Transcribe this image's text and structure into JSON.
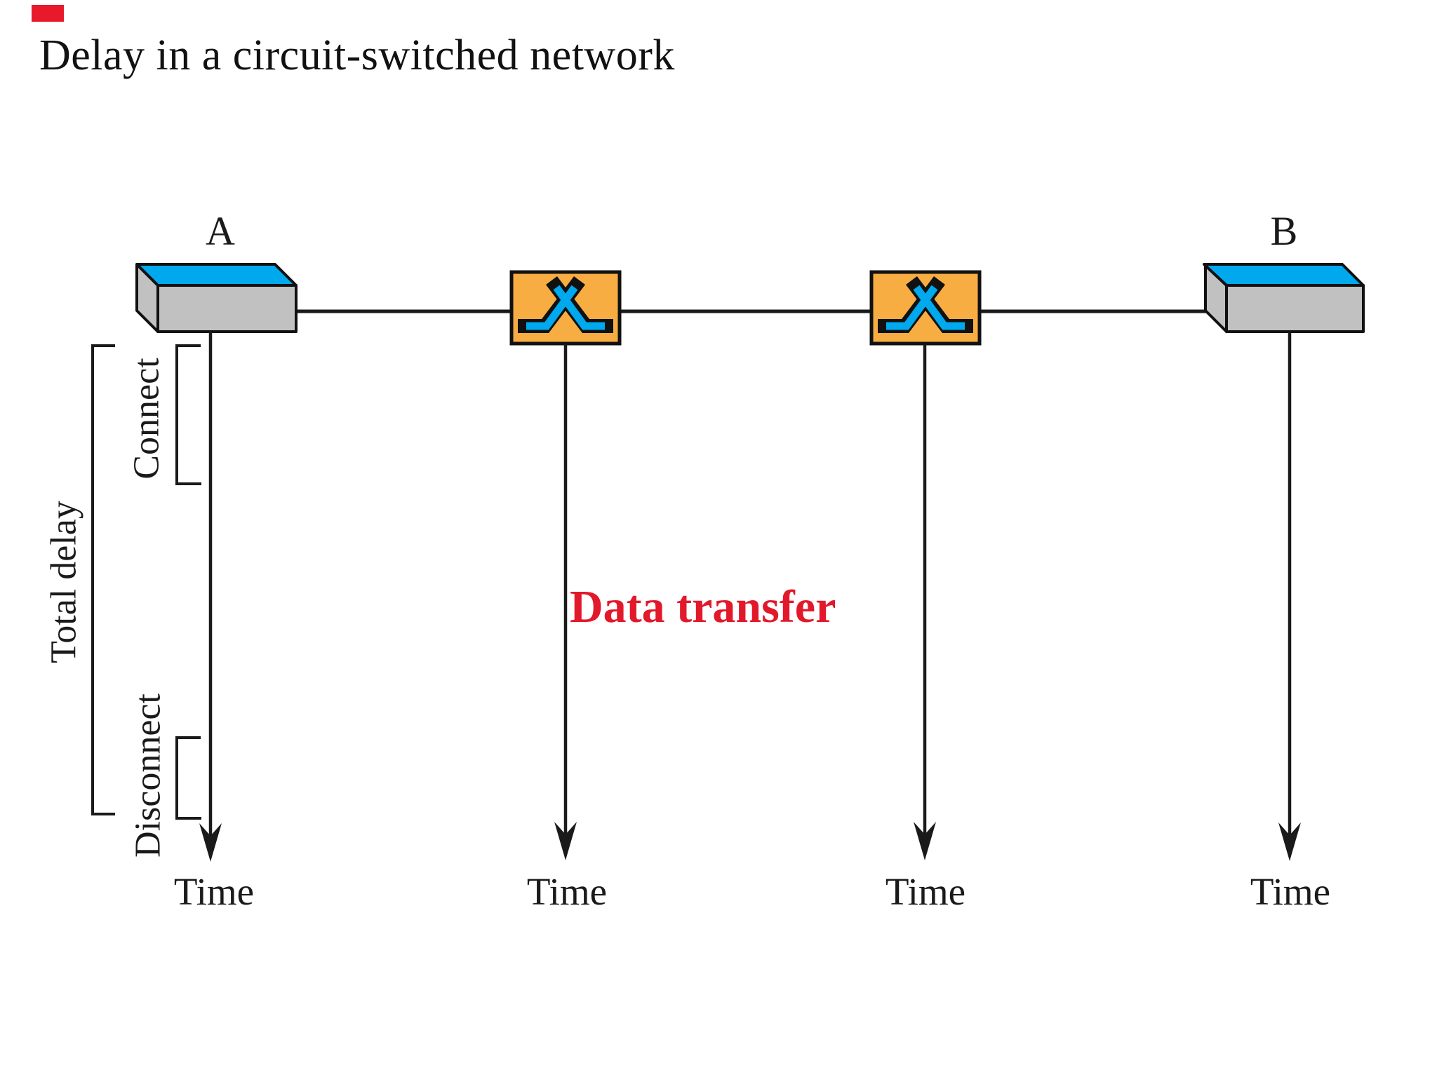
{
  "title": "Delay in a circuit-switched network",
  "colors": {
    "device_top_blue": "#00a9ee",
    "device_body_gray": "#c1c1c1",
    "switch_orange": "#f8ad43",
    "icon_blue": "#00a9ee",
    "line_black": "#1a1a1a",
    "data_red": "#e2192b",
    "marker_red": "#e8192b"
  },
  "nodes": {
    "a_label": "A",
    "b_label": "B"
  },
  "annotations": {
    "total_delay": "Total delay",
    "connect": "Connect",
    "disconnect": "Disconnect",
    "data_transfer": "Data transfer"
  },
  "timelines": [
    {
      "owner": "host-a",
      "label": "Time"
    },
    {
      "owner": "switch-1",
      "label": "Time"
    },
    {
      "owner": "switch-2",
      "label": "Time"
    },
    {
      "owner": "host-b",
      "label": "Time"
    }
  ],
  "icons": {
    "switch_icon": "crossed-switch-fabric-icon"
  }
}
